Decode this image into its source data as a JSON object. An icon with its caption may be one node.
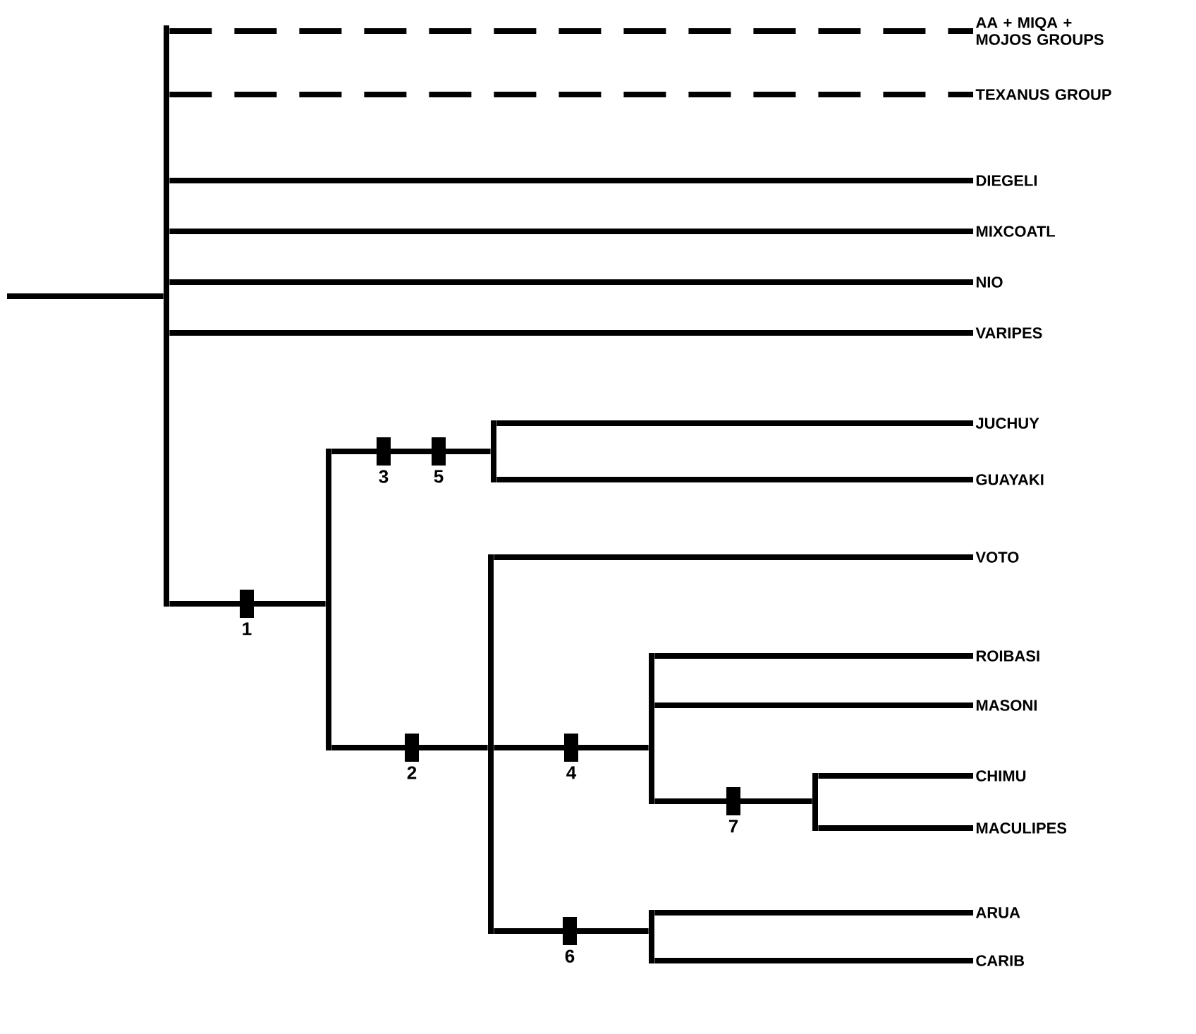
{
  "diagram": {
    "nodes": [
      {
        "text": [
          "AA + MIQA + MOJOS GROUPS"
        ]
      },
      {
        "text": [
          "TEXANUS GROUP"
        ]
      },
      {
        "text": [
          "DIEGELI"
        ]
      },
      {
        "text": [
          "MIXCOATL"
        ]
      },
      {
        "text": [
          "NIO"
        ]
      },
      {
        "text": [
          "VARIPES"
        ]
      },
      {
        "text": [
          "JUCHUY"
        ]
      },
      {
        "text": [
          "GUAYAKI"
        ]
      },
      {
        "text": [
          "VOTO"
        ]
      },
      {
        "text": [
          "ROIBASI"
        ]
      },
      {
        "text": [
          "MASONI"
        ]
      },
      {
        "text": [
          "CHIMU"
        ]
      },
      {
        "text": [
          "MACULIPES"
        ]
      },
      {
        "text": [
          "ARUA"
        ]
      },
      {
        "text": [
          "CARIB"
        ]
      },
      {
        "text": [],
        "shape": "bar"
      },
      {
        "text": [],
        "shape": "bar"
      },
      {
        "text": [],
        "shape": "bar"
      },
      {
        "text": [],
        "shape": "bar"
      },
      {
        "text": [],
        "shape": "bar"
      },
      {
        "text": [],
        "shape": "bar"
      },
      {
        "text": [],
        "shape": "bar"
      }
    ],
    "edges": [
      {
        "from": null,
        "to": 15,
        "arrow": "none"
      },
      {
        "from": 15,
        "to": 0,
        "arrow": "none",
        "style": "dashed"
      },
      {
        "from": 15,
        "to": 1,
        "arrow": "none",
        "style": "dashed"
      },
      {
        "from": 15,
        "to": 2,
        "arrow": "none"
      },
      {
        "from": 15,
        "to": 3,
        "arrow": "none"
      },
      {
        "from": 15,
        "to": 4,
        "arrow": "none"
      },
      {
        "from": 15,
        "to": 5,
        "arrow": "none"
      },
      {
        "from": 15,
        "to": 16,
        "arrow": "none"
      },
      {
        "from": 16,
        "to": 17,
        "arrow": "none"
      },
      {
        "from": 16,
        "to": 18,
        "arrow": "none"
      },
      {
        "from": 17,
        "to": 6,
        "arrow": "none"
      },
      {
        "from": 17,
        "to": 7,
        "arrow": "none"
      },
      {
        "from": 18,
        "to": 8,
        "arrow": "none"
      },
      {
        "from": 18,
        "to": 19,
        "arrow": "none"
      },
      {
        "from": 18,
        "to": 20,
        "arrow": "none"
      },
      {
        "from": 19,
        "to": 9,
        "arrow": "none"
      },
      {
        "from": 19,
        "to": 10,
        "arrow": "none"
      },
      {
        "from": 19,
        "to": 21,
        "arrow": "none"
      },
      {
        "from": 21,
        "to": 11,
        "arrow": "none"
      },
      {
        "from": 21,
        "to": 12,
        "arrow": "none"
      },
      {
        "from": 20,
        "to": 13,
        "arrow": "none"
      },
      {
        "from": 20,
        "to": 14,
        "arrow": "none"
      }
    ],
    "labels": [
      "3",
      "5",
      "1",
      "2",
      "4",
      "7",
      "6"
    ]
  }
}
